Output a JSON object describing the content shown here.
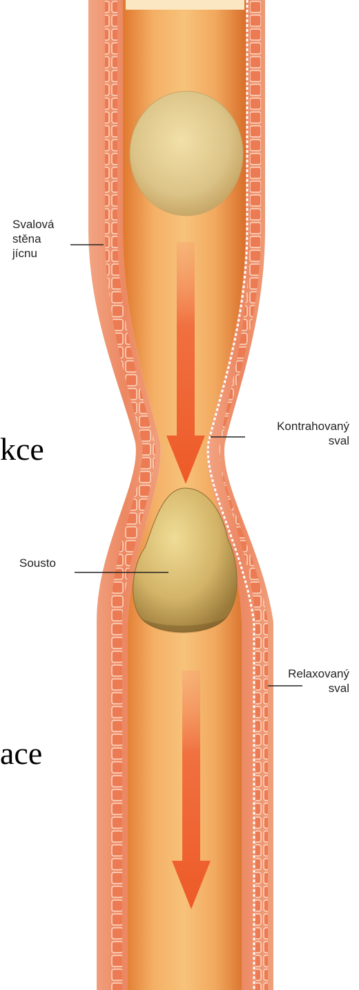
{
  "labels": {
    "muscle_wall": [
      "Svalová",
      "stěna",
      "jícnu"
    ],
    "contracted": [
      "Kontrahovaný",
      "sval"
    ],
    "bolus": "Sousto",
    "relaxed": [
      "Relaxovaný",
      "sval"
    ]
  },
  "cropped_text": {
    "upper": "kce",
    "lower": "ace"
  },
  "colors": {
    "muscle_outer": "#f0a078",
    "muscle_mid": "#e97a55",
    "lumen": "#f2a45c",
    "arrow": "#f0602e",
    "bolus": "#d9be74"
  }
}
